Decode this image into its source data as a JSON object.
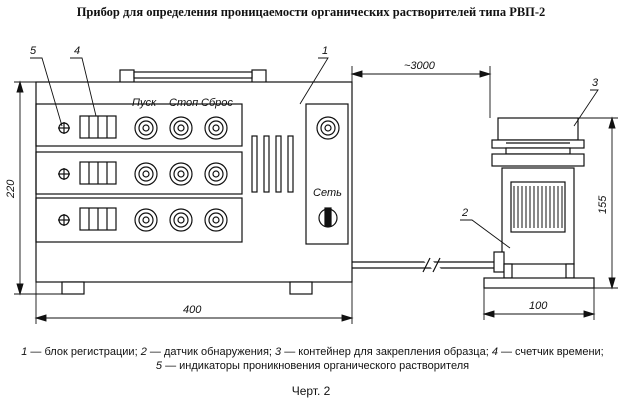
{
  "title": "Прибор для определения проницаемости органических растворителей типа РВП-2",
  "callouts": {
    "c1": "1",
    "c2": "2",
    "c3": "3",
    "c4": "4",
    "c5": "5"
  },
  "panel_labels": {
    "start": "Пуск",
    "stop": "Стоп",
    "reset": "Сброс",
    "power": "Сеть"
  },
  "dimensions": {
    "height_main": "220",
    "width_main": "400",
    "cable": "~3000",
    "height_container": "155",
    "width_container": "100"
  },
  "legend": [
    {
      "num": "1",
      "text": " — блок регистрации; "
    },
    {
      "num": "2",
      "text": " — датчик обнаружения; "
    },
    {
      "num": "3",
      "text": " — контейнер для закрепления образца; "
    },
    {
      "num": "4",
      "text": " — счетчик времени;"
    },
    {
      "num": "5",
      "text": " — индикаторы проникновения органического растворителя"
    }
  ],
  "figure_label": "Черт. 2"
}
